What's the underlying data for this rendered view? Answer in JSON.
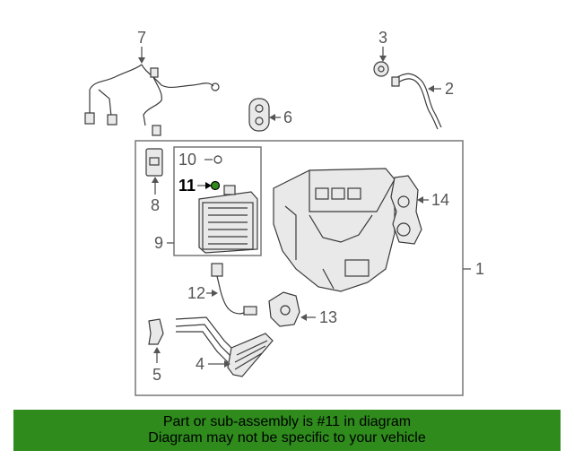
{
  "callouts": {
    "c1": "1",
    "c2": "2",
    "c3": "3",
    "c4": "4",
    "c5": "5",
    "c6": "6",
    "c7": "7",
    "c8": "8",
    "c9": "9",
    "c10": "10",
    "c11": "11",
    "c12": "12",
    "c13": "13",
    "c14": "14"
  },
  "highlighted_part": "11",
  "colors": {
    "banner_bg": "#2e8b1c",
    "highlight_dot": "#2e8b1c",
    "line": "#3a3a3a"
  },
  "banner": {
    "line1": "Part or sub-assembly is #11 in diagram",
    "line2": "Diagram may not be specific to your vehicle"
  }
}
